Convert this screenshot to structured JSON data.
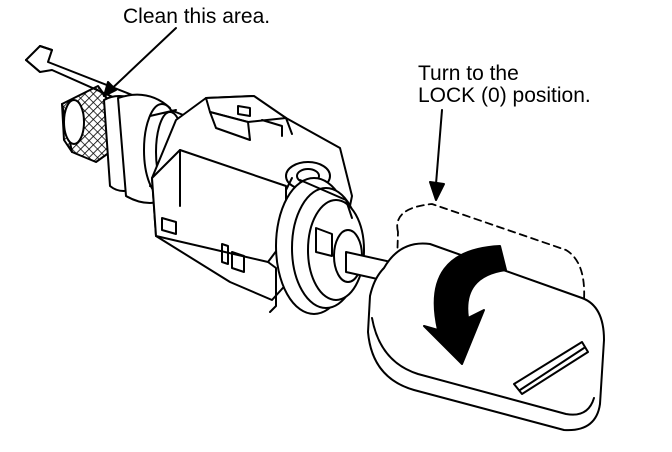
{
  "callouts": {
    "clean_area": "Clean this area.",
    "turn_line1": "Turn to the",
    "turn_line2": "LOCK (0) position."
  },
  "colors": {
    "ink": "#000000",
    "paper": "#ffffff"
  }
}
